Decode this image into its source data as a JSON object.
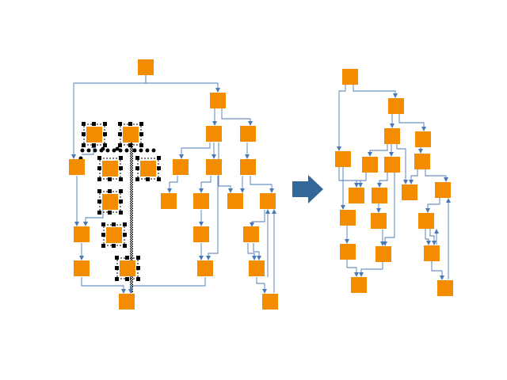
{
  "diagram": {
    "description_hidden": false,
    "colors": {
      "node": "#f48c00",
      "edge": "#4a7ab5",
      "selection_handle": "#000000",
      "transition_arrow": "#336699",
      "background": "#ffffff"
    },
    "left_graph": {
      "state": "before-layout",
      "selected_node_count": 8
    },
    "transition": {
      "icon": "right-arrow-icon"
    },
    "right_graph": {
      "state": "after-layout"
    }
  }
}
